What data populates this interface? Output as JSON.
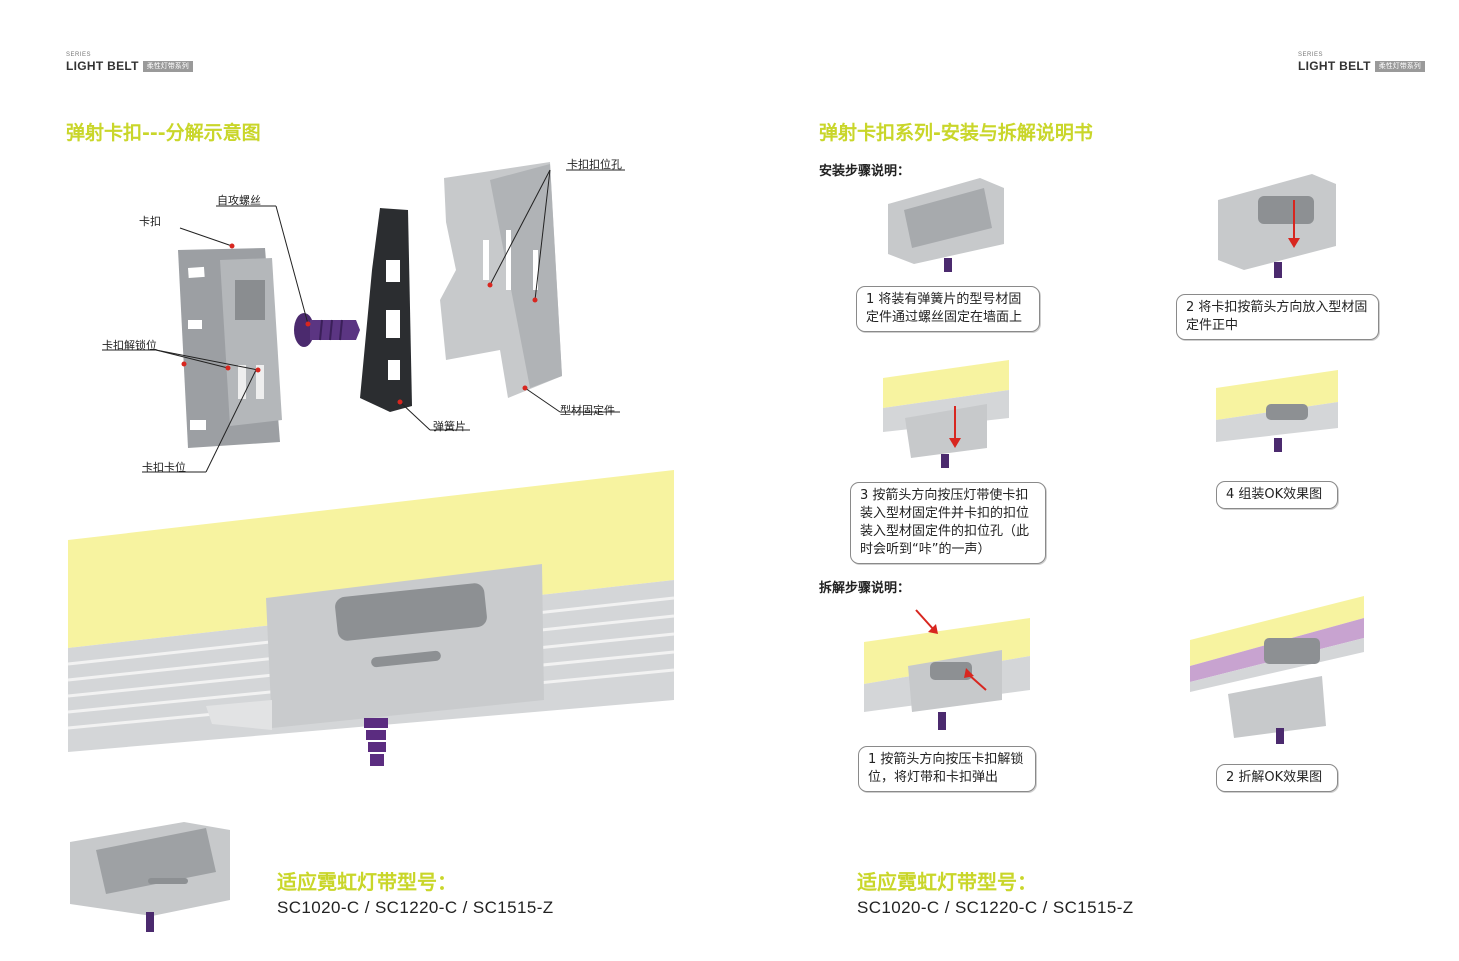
{
  "header": {
    "series": "SERIES",
    "brand": "LIGHT BELT",
    "tag": "柔性灯带系列"
  },
  "left": {
    "title": "弹射卡扣---分解示意图",
    "parts": {
      "kakou_kongwei": "卡扣扣位孔",
      "zigong_luosi": "自攻螺丝",
      "kakou": "卡扣",
      "kakou_jiesuowei": "卡扣解锁位",
      "tanhuangpian": "弹簧片",
      "xingcai_gudingjian": "型材固定件",
      "kakou_kawei": "卡扣卡位"
    },
    "models_title": "适应霓虹灯带型号：",
    "models": "SC1020-C / SC1220-C / SC1515-Z"
  },
  "right": {
    "title": "弹射卡扣系列-安装与拆解说明书",
    "install_heading": "安装步骤说明：",
    "install_steps": [
      "1 将装有弹簧片的型号材固定件通过螺丝固定在墙面上",
      "2 将卡扣按箭头方向放入型材固定件正中",
      "3 按箭头方向按压灯带使卡扣装入型材固定件并卡扣的扣位装入型材固定件的扣位孔（此时会听到“咔”的一声）",
      "4 组装OK效果图"
    ],
    "remove_heading": "拆解步骤说明：",
    "remove_steps": [
      "1 按箭头方向按压卡扣解锁位，将灯带和卡扣弹出",
      "2 折解OK效果图"
    ],
    "models_title": "适应霓虹灯带型号：",
    "models": "SC1020-C / SC1220-C / SC1515-Z"
  },
  "colors": {
    "accent": "#c9d62a",
    "strip_yellow": "#f7f3a0",
    "metal": "#c7c9cb",
    "arrow": "#d8261f",
    "screw": "#4b2a6e"
  }
}
